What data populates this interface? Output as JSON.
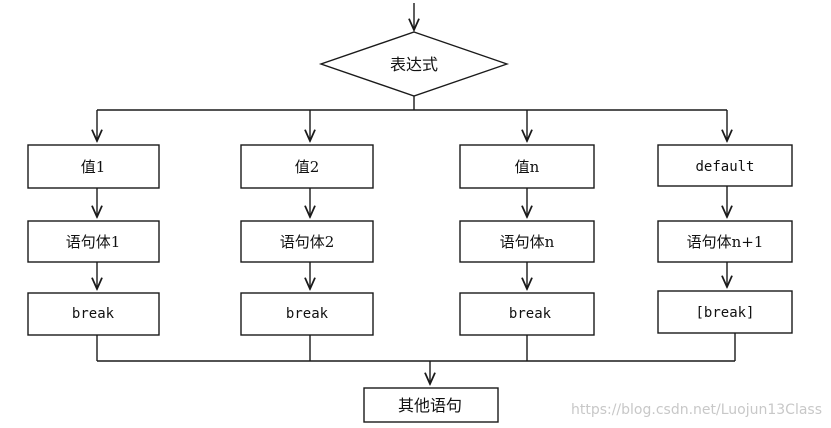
{
  "diagram": {
    "decision": "表达式",
    "branches": [
      {
        "value": "值1",
        "statement": "语句体1",
        "break_label": "break"
      },
      {
        "value": "值2",
        "statement": "语句体2",
        "break_label": "break"
      },
      {
        "value": "值n",
        "statement": "语句体n",
        "break_label": "break"
      },
      {
        "value": "default",
        "statement": "语句体n+1",
        "break_label": "[break]"
      }
    ],
    "end": "其他语句"
  },
  "watermark": "https://blog.csdn.net/Luojun13Class",
  "colors": {
    "stroke": "#1a1a1a",
    "background": "#ffffff",
    "watermark": "#c8c8c8"
  }
}
